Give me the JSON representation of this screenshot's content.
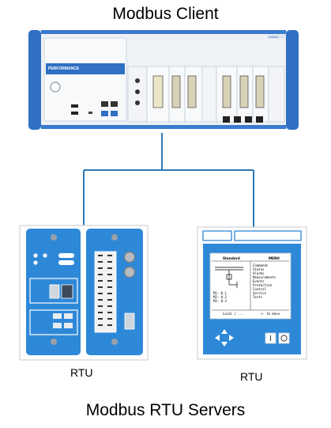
{
  "diagram": {
    "client_title": "Modbus Client",
    "servers_title": "Modbus RTU Servers",
    "rtu_left_label": "RTU",
    "rtu_right_label": "RTU",
    "device_brand": "PERFORMANCE",
    "device_badge": "omicron",
    "hmi_screen": {
      "header_left": "Standard",
      "header_right": "MENU",
      "menu": [
        "Commands",
        "Status",
        "Alarms",
        "Measurements",
        "Events",
        "Protection",
        "Control",
        "Service",
        "Tests"
      ],
      "status_lines": [
        "M1: 0.1",
        "M2: 0.2",
        "M3: 0.3"
      ],
      "footer_left": "Local / ...",
      "footer_right": "<- to menu"
    },
    "colors": {
      "link_line": "#2a7ab8",
      "rtu_blue": "#2e88d8",
      "chassis_frame": "#2f6fc4",
      "hmi_frame": "#2e88d8"
    }
  }
}
